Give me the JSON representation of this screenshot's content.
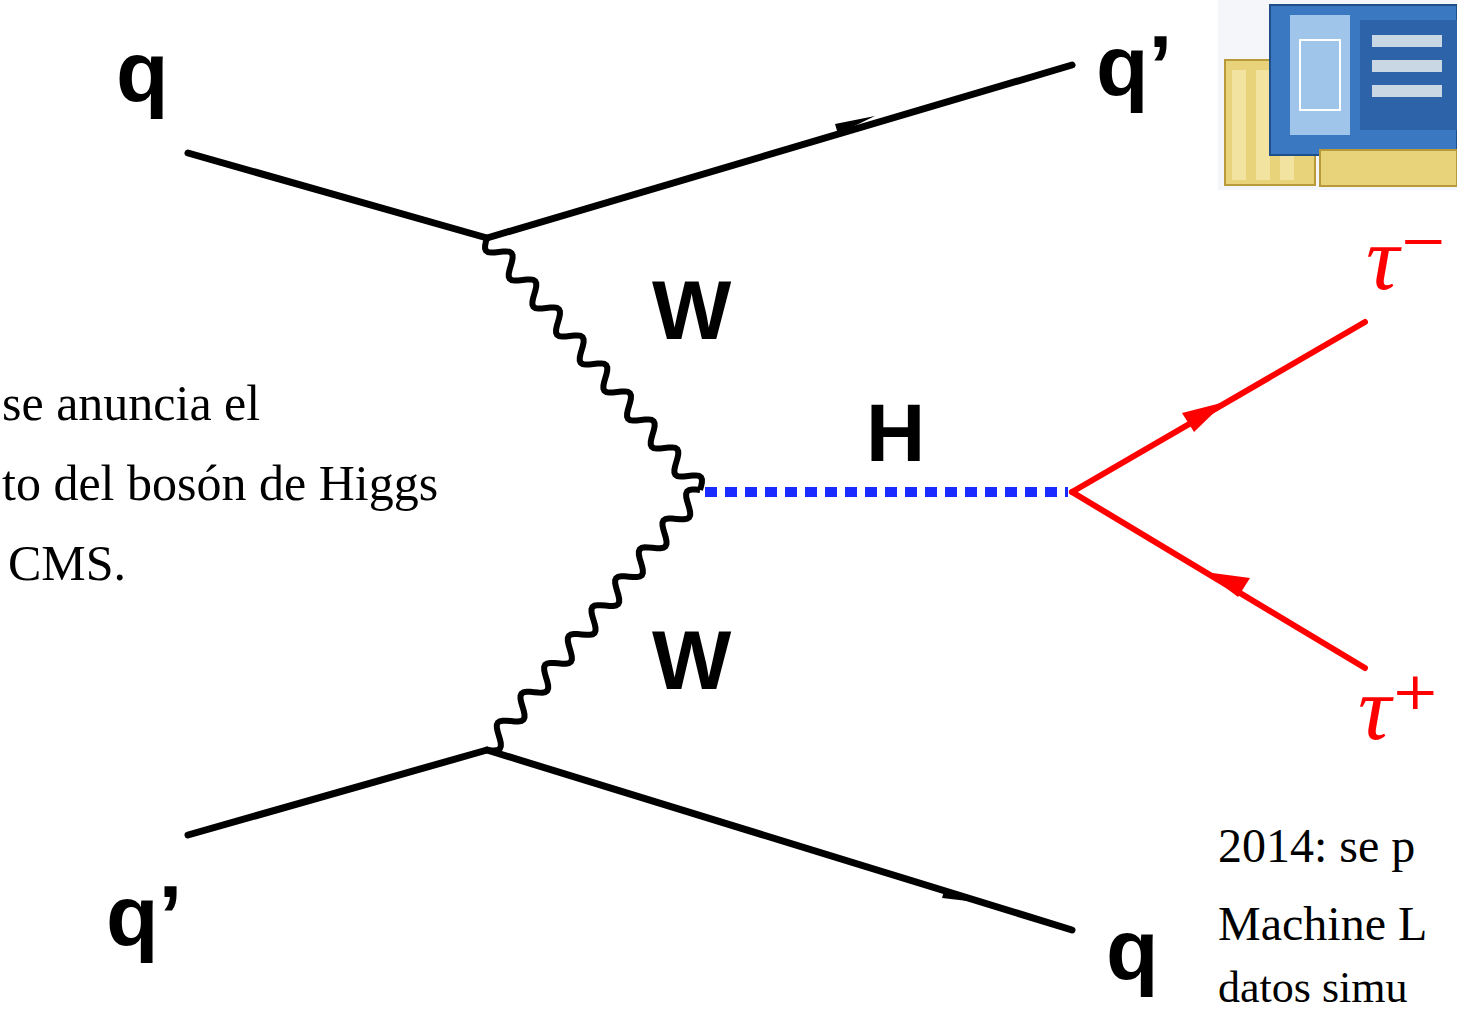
{
  "diagram": {
    "labels": [
      "q",
      "q’",
      "W",
      "W",
      "H",
      "τ⁻",
      "τ⁺",
      "q’",
      "q",
      "se anuncia el",
      "to del bosón de Higgs",
      "CMS.",
      "2014: se p",
      "Machine L",
      "datos simu"
    ]
  }
}
